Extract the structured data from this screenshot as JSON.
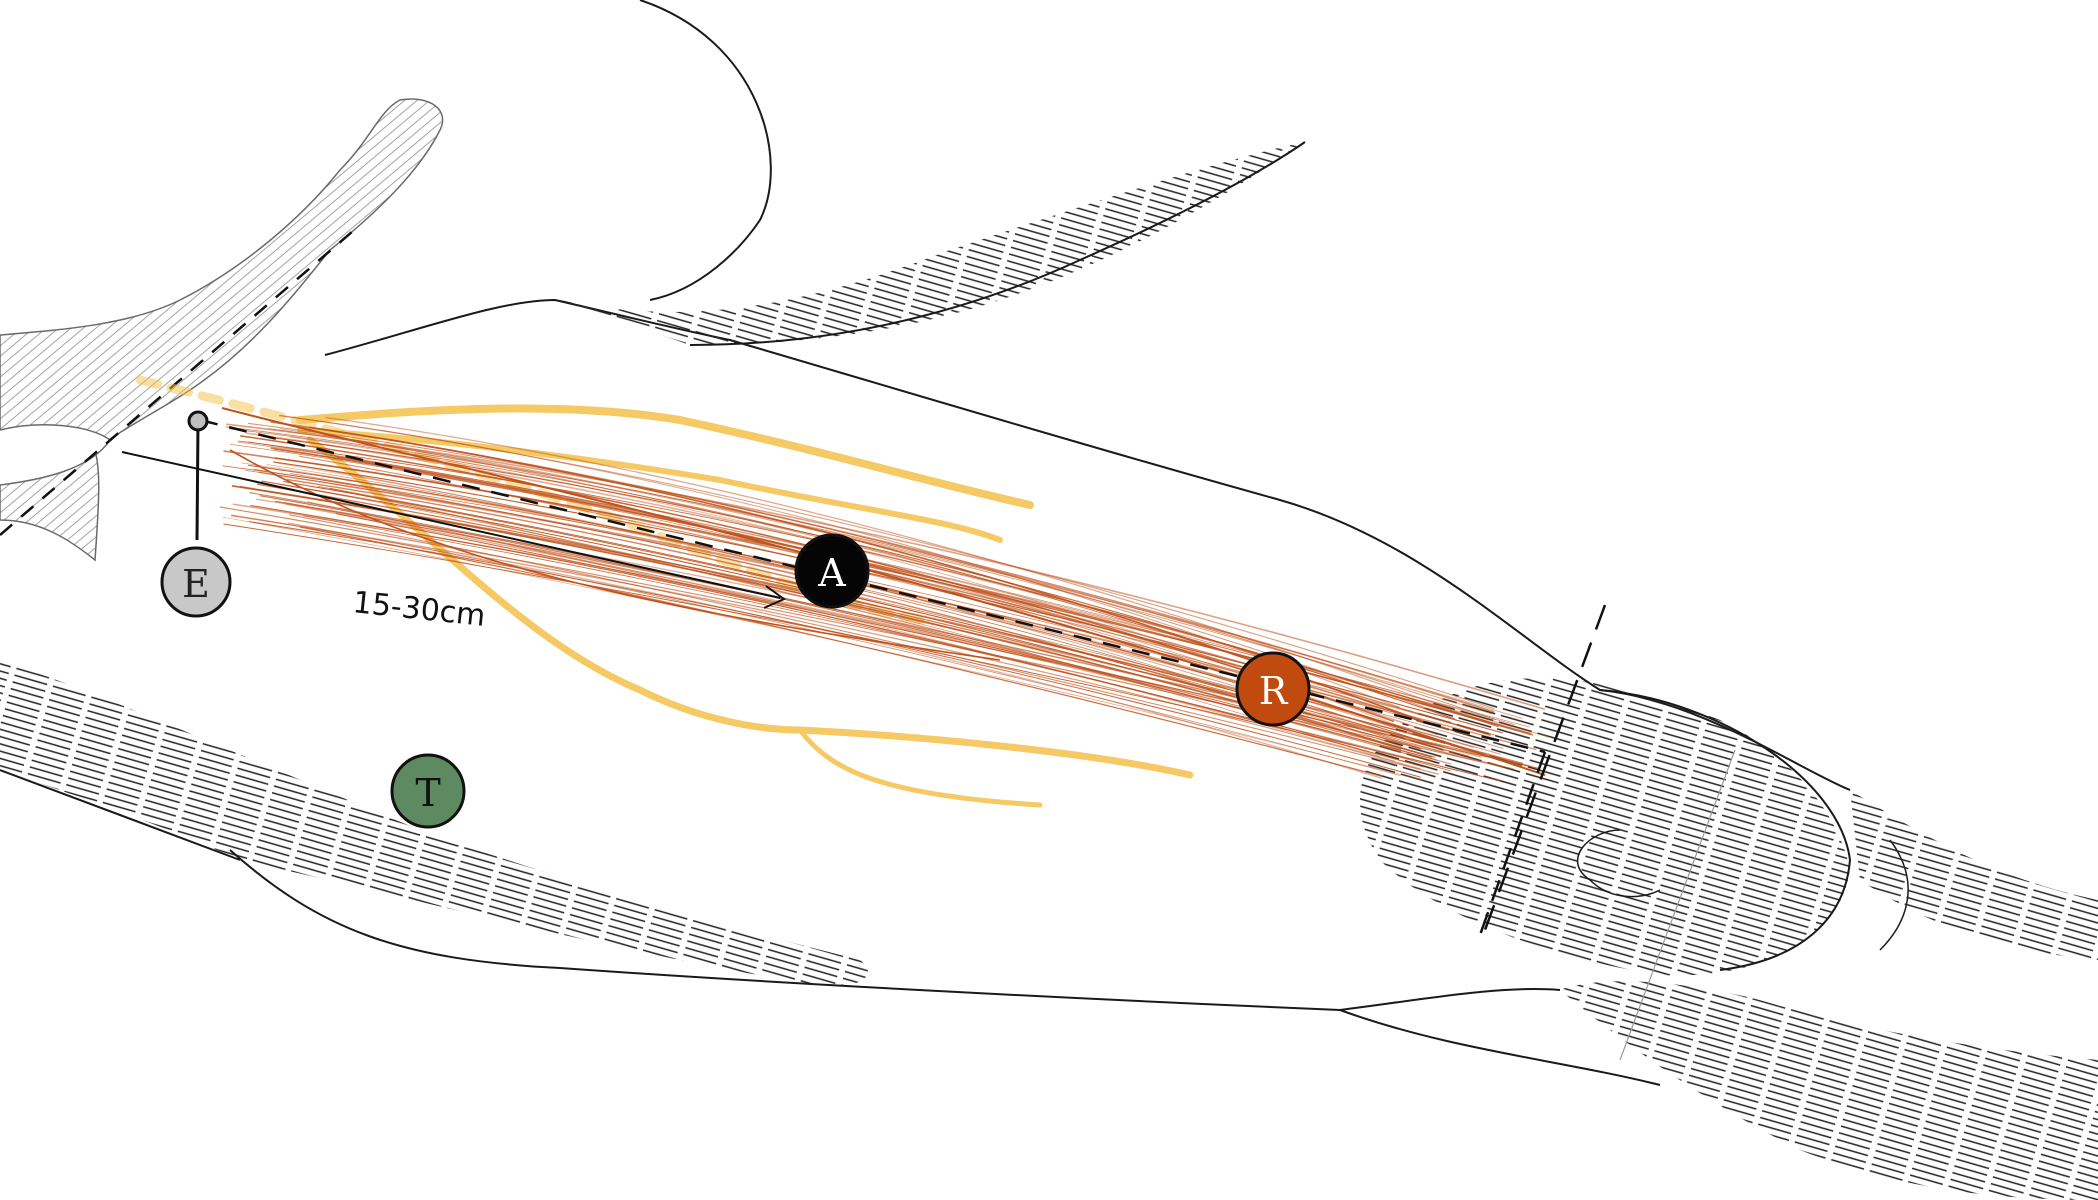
{
  "markers": {
    "E": {
      "label": "E",
      "fill": "#c8c8c8",
      "text_color": "#222222"
    },
    "A": {
      "label": "A",
      "fill": "#050505",
      "text_color": "#ffffff"
    },
    "R": {
      "label": "R",
      "fill": "#c14a0e",
      "text_color": "#ffffff"
    },
    "T": {
      "label": "T",
      "fill": "#5e8a62",
      "text_color": "#111111"
    }
  },
  "measurement": {
    "label": "15-30cm"
  },
  "colors": {
    "muscle": "#c0531c",
    "nerve_yellow": "#f4c04a",
    "outline": "#1a1a1a",
    "hatch": "#222222"
  }
}
